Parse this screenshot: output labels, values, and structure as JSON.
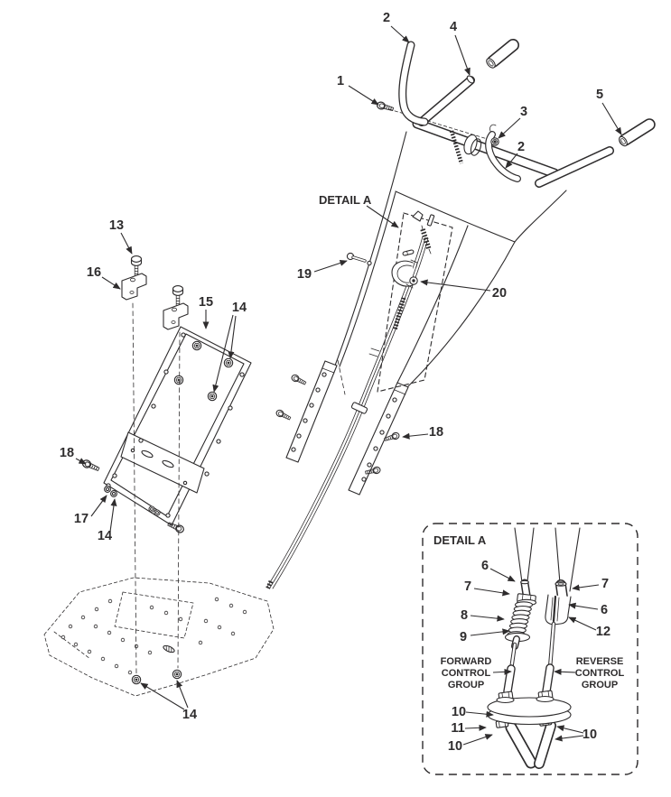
{
  "page": {
    "background": "#ffffff",
    "ink": "#2e2c2d"
  },
  "detail_a_label": "DETAIL A",
  "callouts": {
    "lever_top": "2",
    "handlebar": "4",
    "lever_bolt": "1",
    "lever_nut": "3",
    "lever_lower": "2",
    "grip": "5",
    "pin": "19",
    "clip_nut": "20",
    "bracket_bolt": "13",
    "cable_bracket": "16",
    "mount_panel": "15",
    "panel_nuts": "14",
    "frame_bolt": "18",
    "washers": "17",
    "frame_nut": "14",
    "rail_bolt": "18",
    "base_nuts": "14"
  },
  "inset": {
    "title": "DETAIL A",
    "callouts": {
      "fwd_top_nut": "6",
      "fwd_nut": "7",
      "spring": "8",
      "spring_seat": "9",
      "rev_ferrule": "7",
      "rev_rod": "6",
      "clevis": "12",
      "fwd_upper_locknut": "10",
      "mount_plate": "11",
      "fwd_lower_locknut": "10",
      "rev_locknuts": "10"
    },
    "forward_group": [
      "FORWARD",
      "CONTROL",
      "GROUP"
    ],
    "reverse_group": [
      "REVERSE",
      "CONTROL",
      "GROUP"
    ]
  }
}
